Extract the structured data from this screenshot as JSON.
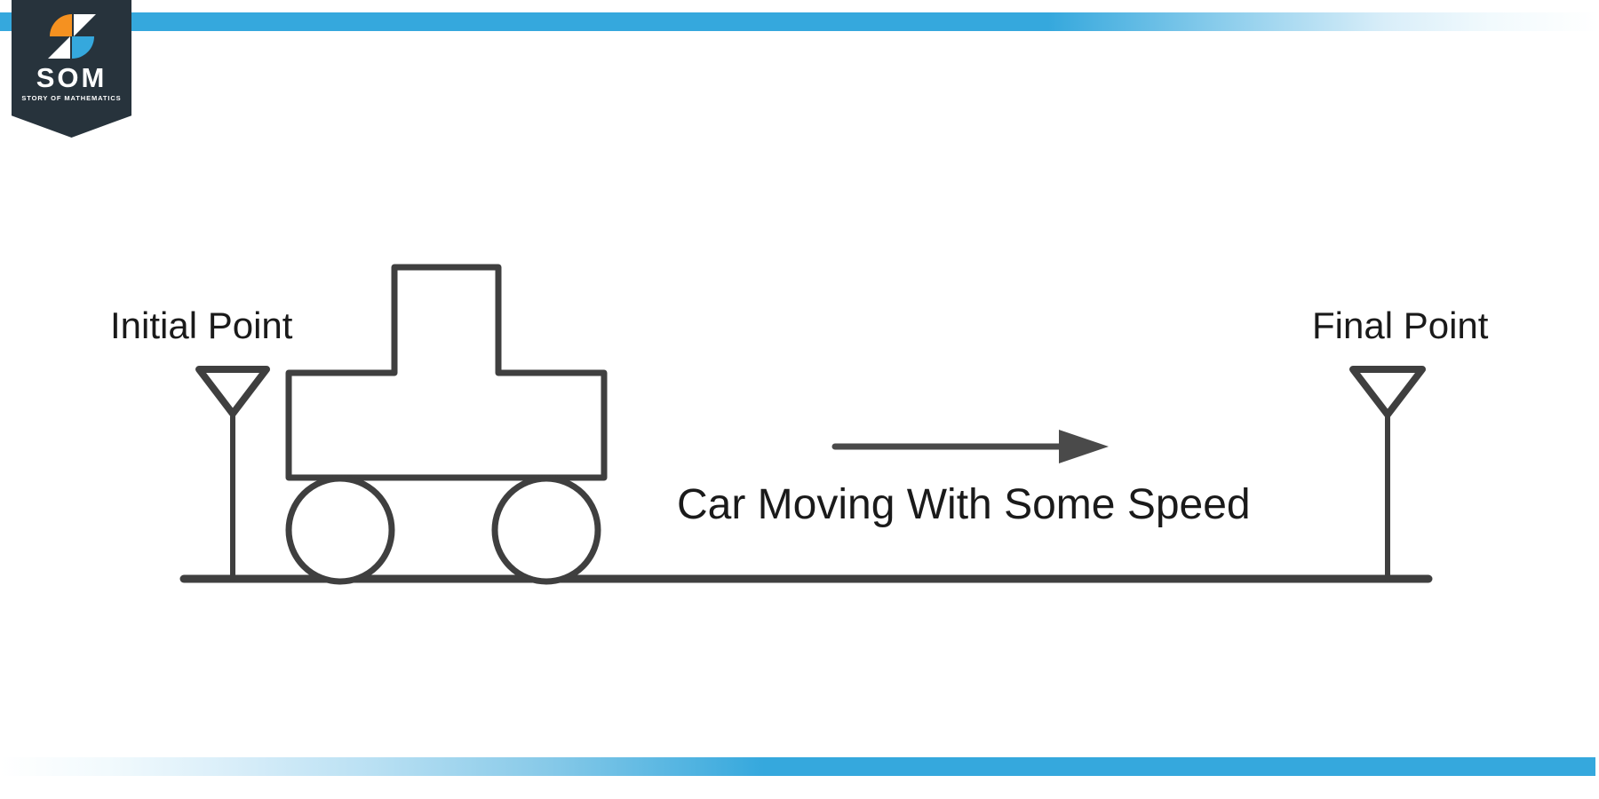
{
  "brand": {
    "name": "SOM",
    "tagline": "STORY OF MATHEMATICS",
    "badge_color": "#27333c",
    "mark_orange": "#f59120",
    "mark_blue": "#35a8dd",
    "mark_white": "#ffffff"
  },
  "decor": {
    "top_rule_color": "#35a8dd",
    "bottom_rule_color": "#35a8dd"
  },
  "diagram": {
    "title": "Car Moving With Some Speed",
    "stroke_color": "#3f3f3f",
    "labels": {
      "initial_point": "Initial Point",
      "final_point": "Final Point",
      "caption": "Car Moving With Some Speed"
    },
    "elements": {
      "ground_line": "ground-line",
      "initial_marker": "inverted-triangle-pole-marker",
      "final_marker": "inverted-triangle-pole-marker",
      "vehicle": "car-outline",
      "motion_arrow": "right-arrow"
    }
  }
}
